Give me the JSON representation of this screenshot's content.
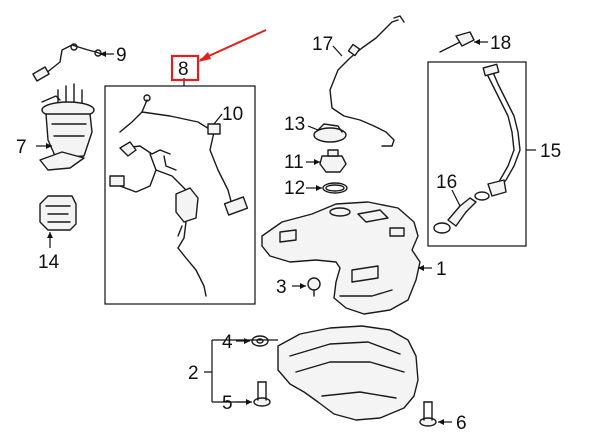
{
  "diagram": {
    "callouts": [
      {
        "id": "1",
        "text": "1"
      },
      {
        "id": "2",
        "text": "2"
      },
      {
        "id": "3",
        "text": "3"
      },
      {
        "id": "4",
        "text": "4"
      },
      {
        "id": "5",
        "text": "5"
      },
      {
        "id": "6",
        "text": "6"
      },
      {
        "id": "7",
        "text": "7"
      },
      {
        "id": "8",
        "text": "8"
      },
      {
        "id": "9",
        "text": "9"
      },
      {
        "id": "10",
        "text": "10"
      },
      {
        "id": "11",
        "text": "11"
      },
      {
        "id": "12",
        "text": "12"
      },
      {
        "id": "13",
        "text": "13"
      },
      {
        "id": "14",
        "text": "14"
      },
      {
        "id": "15",
        "text": "15"
      },
      {
        "id": "16",
        "text": "16"
      },
      {
        "id": "17",
        "text": "17"
      },
      {
        "id": "18",
        "text": "18"
      }
    ],
    "highlight": {
      "callout": "8",
      "color": "#e0201c"
    },
    "colors": {
      "line": "#1a1a1a",
      "highlight": "#e0201c",
      "background": "#ffffff"
    }
  }
}
